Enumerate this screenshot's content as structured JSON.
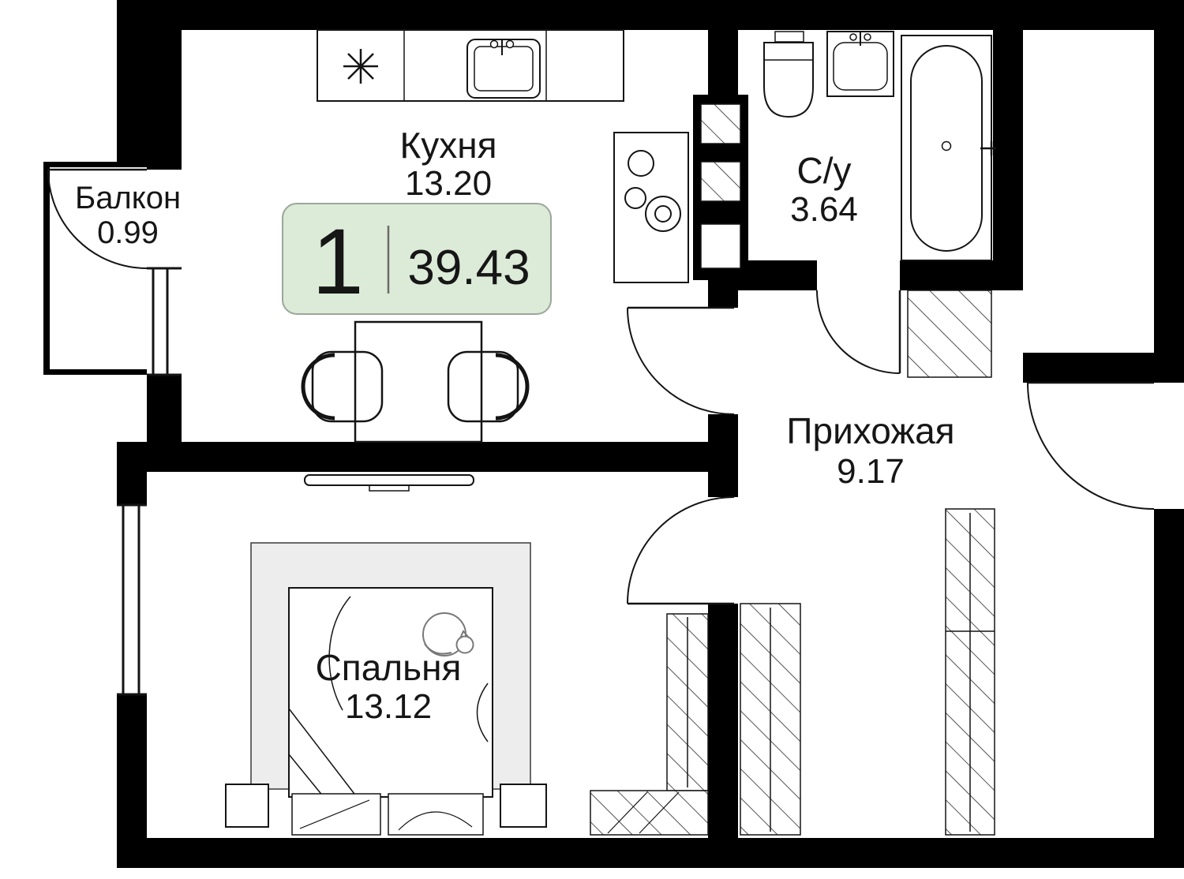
{
  "badge": {
    "rooms_count": "1",
    "total_area": "39.43"
  },
  "rooms": {
    "kitchen": {
      "label": "Кухня",
      "area": "13.20"
    },
    "balcony": {
      "label": "Балкон",
      "area": "0.99"
    },
    "bathroom": {
      "label": "С/у",
      "area": "3.64"
    },
    "hallway": {
      "label": "Прихожая",
      "area": "9.17"
    },
    "bedroom": {
      "label": "Спальня",
      "area": "13.12"
    }
  },
  "colors": {
    "wall": "#000000",
    "stroke": "#141414",
    "badge_fill": "#dcead8",
    "badge_border": "#9aa79a",
    "bed_frame": "#ededed"
  },
  "icons": {
    "appliance_marker": "snowflake-asterisk-icon",
    "kitchen_sink": "kitchen-sink-icon",
    "stove": "stove-burners-icon",
    "toilet": "toilet-icon",
    "washbasin": "washbasin-icon",
    "bathtub": "bathtub-icon",
    "tv": "tv-icon",
    "cat": "sleeping-cat-icon"
  }
}
